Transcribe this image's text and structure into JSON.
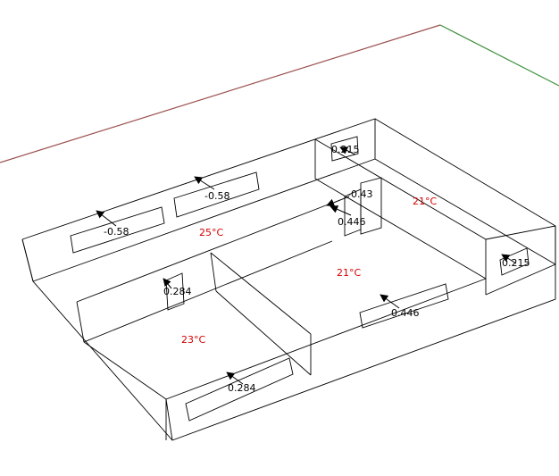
{
  "colors": {
    "axis_red": "#9c5050",
    "axis_green": "#3a8f3a",
    "edges": "#000000",
    "temperature_text": "#d40000",
    "flow_text": "#000000"
  },
  "temperatures": {
    "zone_left_top": "25°C",
    "zone_center": "21°C",
    "zone_right": "21°C",
    "zone_left_bottom": "23°C"
  },
  "flows": {
    "back_left_window": "-0.58",
    "back_mid_window": "-0.58",
    "top_right_window": "0.215",
    "inner_upper": "-0.43",
    "inner_lower": "0.446",
    "right_end_window": "0.215",
    "inner_left": "0.284",
    "front_center_window": "0.446",
    "front_left_window": "0.284"
  },
  "icons": {
    "flow_arrow": "flow-arrow-icon"
  }
}
